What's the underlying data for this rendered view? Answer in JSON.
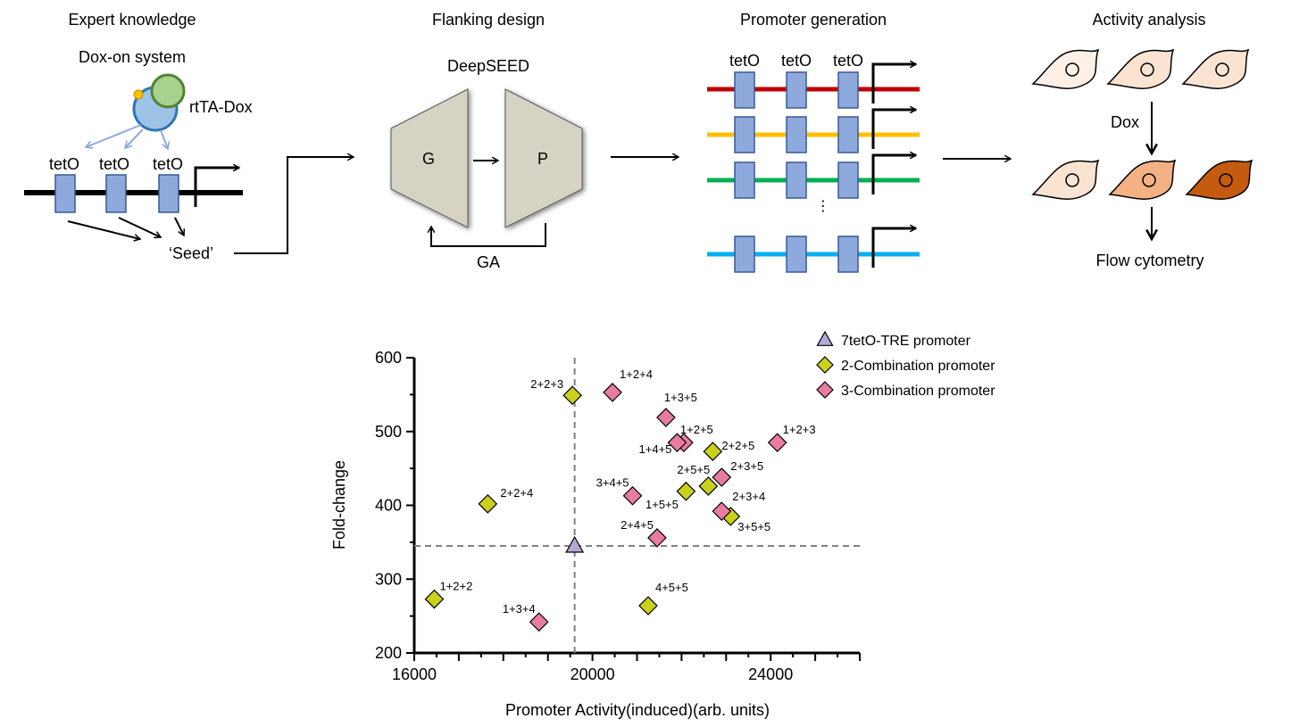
{
  "workflow": {
    "steps": [
      "Expert knowledge",
      "Flanking design",
      "Promoter generation",
      "Activity analysis"
    ],
    "expert": {
      "system": "Dox-on system",
      "activator": "rtTA-Dox",
      "operator": "tetO",
      "seed": "‘Seed’"
    },
    "flanking": {
      "model": "DeepSEED",
      "generator": "G",
      "predictor": "P",
      "optimizer": "GA"
    },
    "generation": {
      "operator": "tetO",
      "ellipsis": "⋮"
    },
    "activity": {
      "inducer": "Dox",
      "readout": "Flow cytometry"
    },
    "colors": {
      "box": "#8ea9db",
      "box_border": "#3b5998",
      "circle_blue": "#9dc3e6",
      "circle_green": "#a9d18e",
      "line_red": "#c00000",
      "line_yellow": "#ffc000",
      "line_green": "#00b050",
      "line_blue": "#00b0f0",
      "trap_fill": "#d6d3c4",
      "cell_1": "#fdf0e6",
      "cell_2": "#fbe3d2",
      "cell_3": "#f8cbad",
      "cell_4": "#f4b183",
      "cell_5": "#c55a11"
    }
  },
  "chart_data": {
    "type": "scatter",
    "xlabel": "Promoter Activity(induced)(arb. units)",
    "ylabel": "Fold-change",
    "xlim": [
      16000,
      26000
    ],
    "ylim": [
      200,
      600
    ],
    "xticks": [
      16000,
      20000,
      24000
    ],
    "yticks": [
      200,
      300,
      400,
      500,
      600
    ],
    "reference_lines": {
      "x": 19600,
      "y": 345
    },
    "series": [
      {
        "name": "7tetO-TRE promoter",
        "marker": "triangle",
        "color": "#b4a7d6",
        "points": [
          {
            "x": 19600,
            "y": 345
          }
        ]
      },
      {
        "name": "2-Combination promoter",
        "marker": "diamond",
        "color": "#c9d11a",
        "points": [
          {
            "label": "2+2+3",
            "x": 19550,
            "y": 549
          },
          {
            "label": "2+2+5",
            "x": 22700,
            "y": 473
          },
          {
            "label": "2+5+5",
            "x": 22100,
            "y": 419
          },
          {
            "label": "2+2+4",
            "x": 17650,
            "y": 402
          },
          {
            "label": "3+5+5",
            "x": 23100,
            "y": 385
          },
          {
            "label": "1+2+2",
            "x": 16450,
            "y": 273
          },
          {
            "label": "4+5+5",
            "x": 21250,
            "y": 264
          },
          {
            "label": "",
            "x": 22600,
            "y": 426
          }
        ]
      },
      {
        "name": "3-Combination promoter",
        "marker": "diamond",
        "color": "#e87ca0",
        "points": [
          {
            "label": "1+2+4",
            "x": 20450,
            "y": 553
          },
          {
            "label": "1+3+5",
            "x": 21650,
            "y": 519
          },
          {
            "label": "1+2+5",
            "x": 22050,
            "y": 485
          },
          {
            "label": "1+4+5",
            "x": 21900,
            "y": 485
          },
          {
            "label": "1+2+3",
            "x": 24150,
            "y": 485
          },
          {
            "label": "2+3+5",
            "x": 22900,
            "y": 438
          },
          {
            "label": "3+4+5",
            "x": 20900,
            "y": 413
          },
          {
            "label": "1+5+5",
            "x": "",
            "y": ""
          },
          {
            "label": "2+3+4",
            "x": 22900,
            "y": 392
          },
          {
            "label": "2+4+5",
            "x": 21450,
            "y": 356
          },
          {
            "label": "1+3+4",
            "x": 18800,
            "y": 242
          }
        ]
      }
    ]
  }
}
